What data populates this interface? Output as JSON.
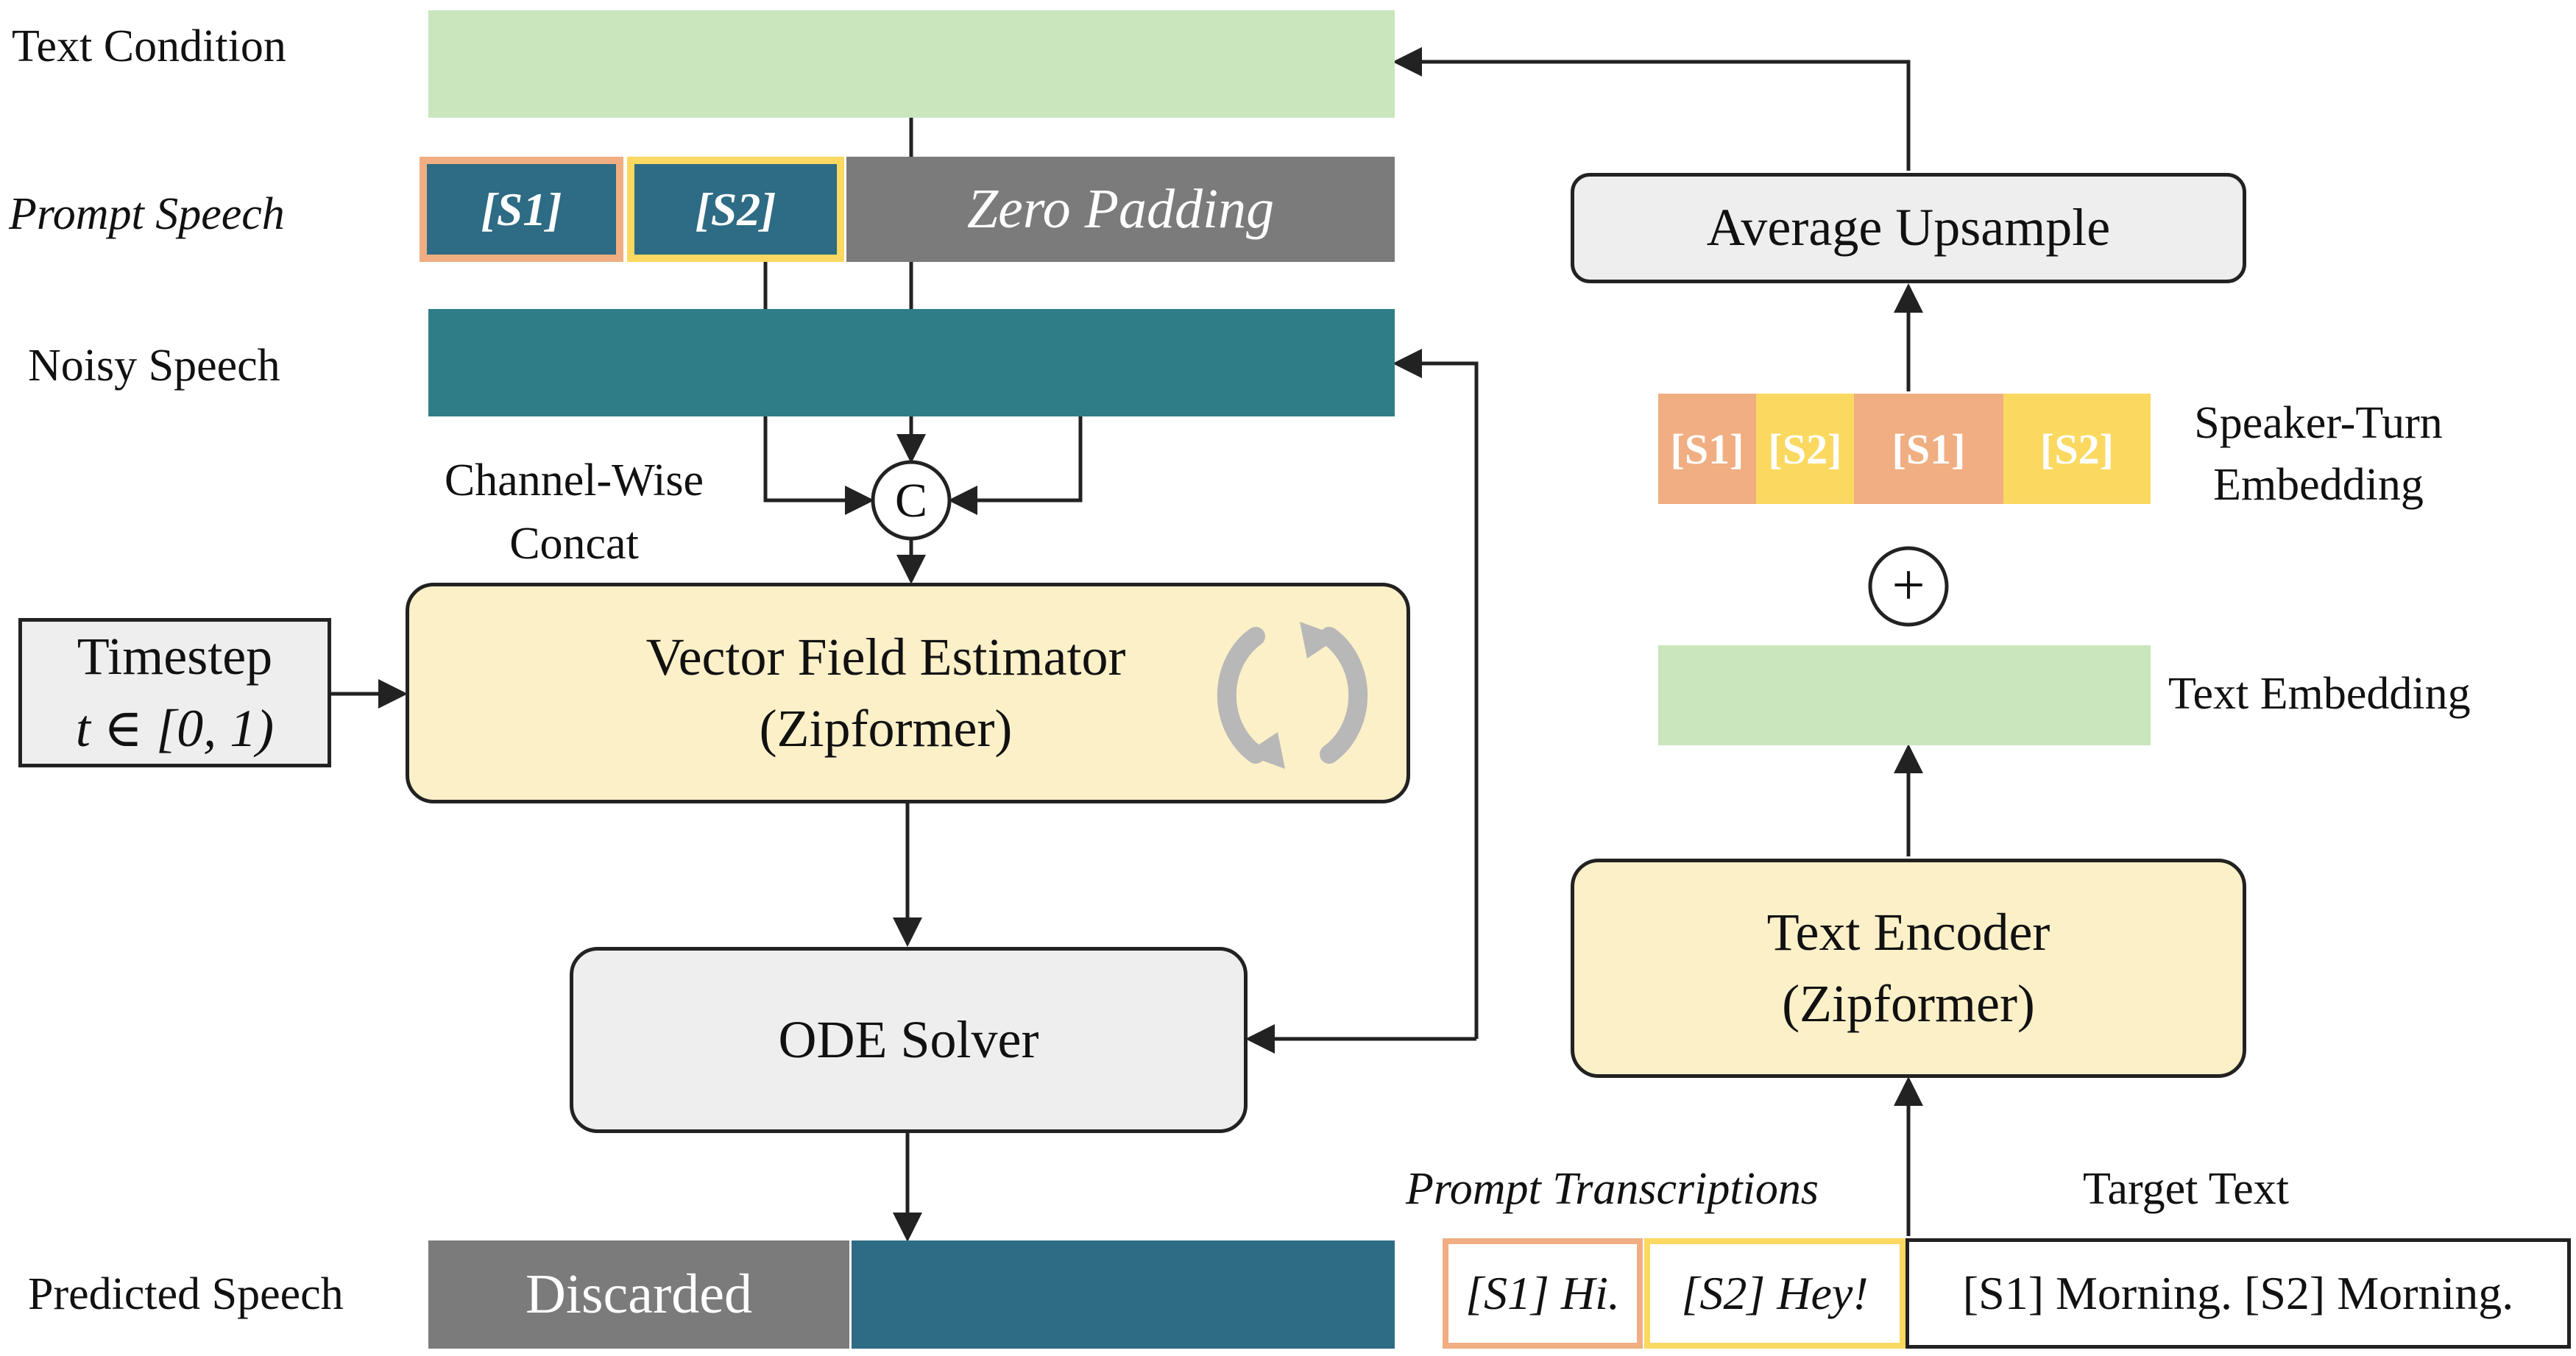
{
  "labels": {
    "text_condition": "Text Condition",
    "prompt_speech": "Prompt Speech",
    "noisy_speech": "Noisy Speech",
    "channel_wise_line1": "Channel-Wise",
    "channel_wise_line2": "Concat",
    "predicted_speech": "Predicted Speech",
    "speaker_turn_line1": "Speaker-Turn",
    "speaker_turn_line2": "Embedding",
    "text_embedding": "Text Embedding",
    "prompt_transcriptions": "Prompt Transcriptions",
    "target_text": "Target Text"
  },
  "prompt_speech_bar": {
    "s1": "[S1]",
    "s2": "[S2]",
    "padding": "Zero Padding"
  },
  "concat_symbol": "C",
  "plus_symbol": "+",
  "timestep": {
    "line1": "Timestep",
    "line2": "t ∈ [0, 1)"
  },
  "vector_field": {
    "line1": "Vector Field Estimator",
    "line2": "(Zipformer)",
    "icon": "refresh-cycle-icon"
  },
  "ode_solver": "ODE Solver",
  "predicted_bar": {
    "discarded": "Discarded"
  },
  "average_upsample": "Average Upsample",
  "speaker_turn_tokens": [
    "[S1]",
    "[S2]",
    "[S1]",
    "[S2]"
  ],
  "text_encoder": {
    "line1": "Text Encoder",
    "line2": "(Zipformer)"
  },
  "transcriptions": {
    "s1": "[S1] Hi.",
    "s2": "[S2] Hey!",
    "target": "[S1] Morning. [S2] Morning."
  },
  "colors": {
    "speaker1": "#f0ae82",
    "speaker2": "#fbd860",
    "text_green": "#c9e6bd",
    "block_yellow": "#fcf0c8",
    "block_gray": "#eeeeef",
    "padding_gray": "#7b7b7b"
  }
}
